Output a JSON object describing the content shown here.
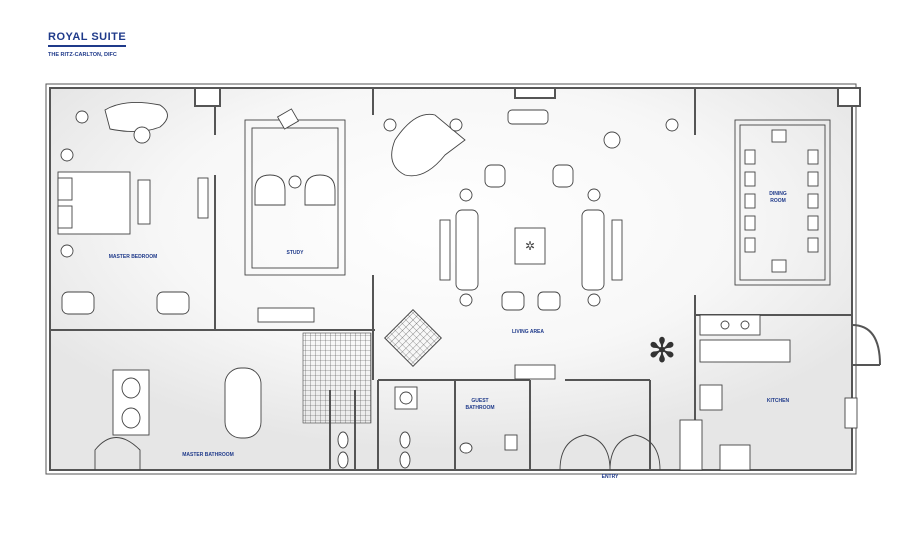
{
  "header": {
    "title": "ROYAL SUITE",
    "subtitle": "THE RITZ-CARLTON, DIFC"
  },
  "rooms": {
    "master_bedroom": "MASTER BEDROOM",
    "study": "STUDY",
    "living_area": "LIVING AREA",
    "dining_room_1": "DINING",
    "dining_room_2": "ROOM",
    "guest_bathroom_1": "GUEST",
    "guest_bathroom_2": "BATHROOM",
    "kitchen": "KITCHEN",
    "master_bathroom": "MASTER BATHROOM",
    "entry": "ENTRY"
  },
  "colors": {
    "label": "#1f3a8a",
    "wall": "#555555",
    "floor": "#eeeeee"
  }
}
